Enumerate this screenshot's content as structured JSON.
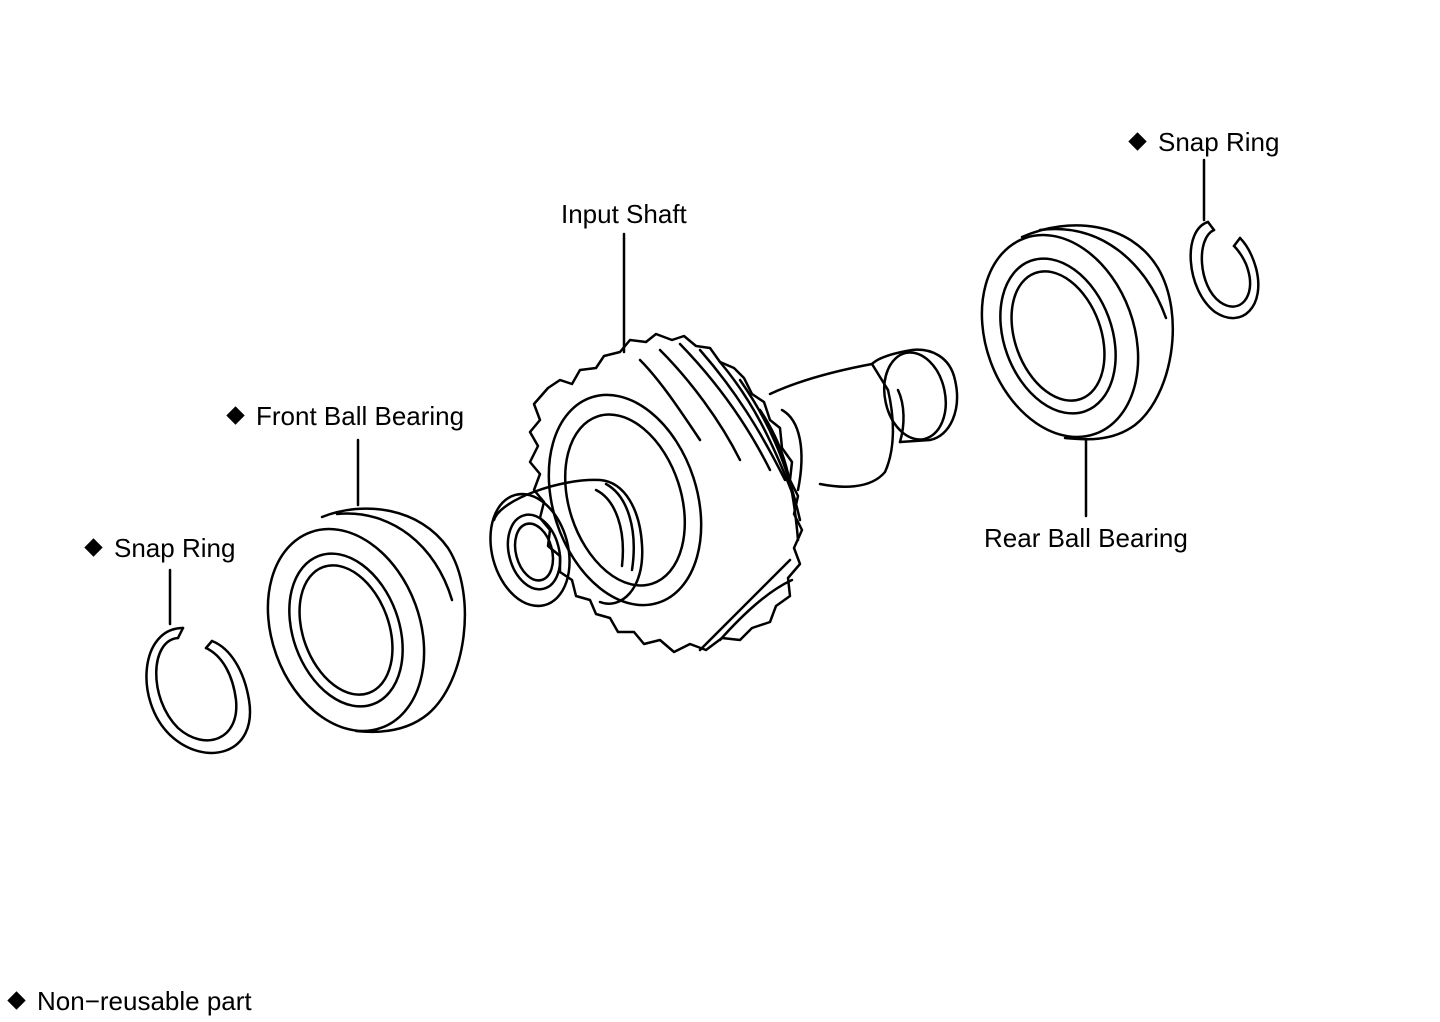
{
  "labels": {
    "input_shaft": "Input Shaft",
    "front_ball_bearing": "Front Ball Bearing",
    "rear_ball_bearing": "Rear Ball Bearing",
    "snap_ring_front": "Snap Ring",
    "snap_ring_rear": "Snap Ring"
  },
  "legend": {
    "non_reusable": "Non−reusable part"
  },
  "symbols": {
    "non_reusable_marker": "diamond-icon"
  },
  "colors": {
    "line": "#000000",
    "background": "#ffffff"
  }
}
